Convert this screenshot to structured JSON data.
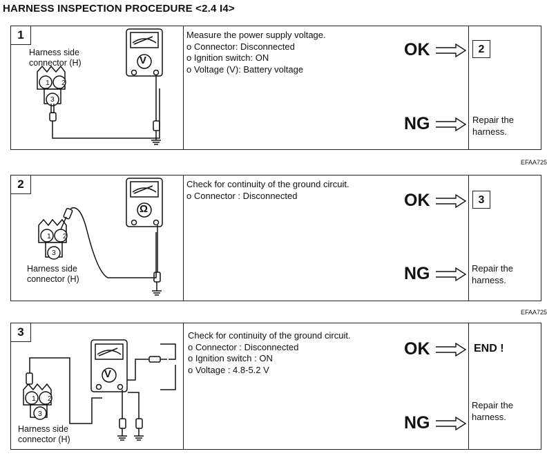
{
  "title": "HARNESS INSPECTION PROCEDURE <2.4 I4>",
  "steps": [
    {
      "number": "1",
      "connector_label_1": "Harness side",
      "connector_label_2": "connector (H)",
      "meter_symbol": "V",
      "pins": [
        "2",
        "1",
        "3"
      ],
      "instructions": [
        "Measure the power supply voltage.",
        "o Connector: Disconnected",
        "o Ignition switch: ON",
        "o Voltage (V): Battery voltage"
      ],
      "ok_label": "OK",
      "ok_result": "2",
      "ng_label": "NG",
      "ng_result_1": "Repair the",
      "ng_result_2": "harness.",
      "figure_code": "EFAA725"
    },
    {
      "number": "2",
      "connector_label_1": "Harness side",
      "connector_label_2": "connector (H)",
      "meter_symbol": "Ω",
      "pins": [
        "2",
        "1",
        "3"
      ],
      "instructions": [
        "Check for continuity of the ground circuit.",
        "o Connector : Disconnected"
      ],
      "ok_label": "OK",
      "ok_result": "3",
      "ng_label": "NG",
      "ng_result_1": "Repair the",
      "ng_result_2": "harness.",
      "figure_code": "EFAA725"
    },
    {
      "number": "3",
      "connector_label_1": "Harness side",
      "connector_label_2": "connector (H)",
      "meter_symbol": "V",
      "pins": [
        "2",
        "1",
        "3"
      ],
      "instructions": [
        "Check for continuity of the ground circuit.",
        "o Connector : Disconnected",
        "o Ignition switch : ON",
        "o Voltage : 4.8-5.2 V"
      ],
      "ok_label": "OK",
      "ok_result": "END !",
      "ng_label": "NG",
      "ng_result_1": "Repair the",
      "ng_result_2": "harness."
    }
  ]
}
